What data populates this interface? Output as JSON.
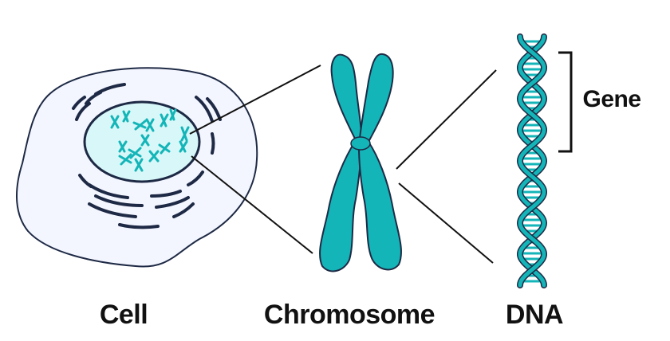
{
  "labels": {
    "cell": "Cell",
    "chromosome": "Chromosome",
    "dna": "DNA",
    "gene": "Gene"
  },
  "colors": {
    "teal": "#13B5B8",
    "teal_dark": "#0E8E92",
    "outline": "#1E2A45",
    "cell_fill": "#F4F6FF",
    "nucleus_fill": "#D8F7F8",
    "line": "#111111"
  }
}
